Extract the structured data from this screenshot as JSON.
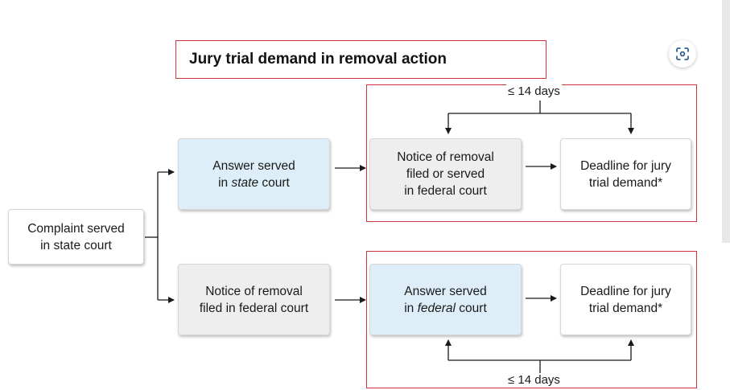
{
  "title": "Jury trial demand in removal action",
  "nodes": {
    "complaint": [
      "Complaint served",
      "in state court"
    ],
    "answer_state": {
      "line1": "Answer served",
      "pre": "in ",
      "em": "state",
      "post": " court"
    },
    "notice_top": [
      "Notice of removal",
      "filed or served",
      "in federal court"
    ],
    "deadline_top": [
      "Deadline for jury",
      "trial demand*"
    ],
    "notice_bottom": [
      "Notice of removal",
      "filed in federal court"
    ],
    "answer_federal": {
      "line1": "Answer served",
      "pre": "in ",
      "em": "federal",
      "post": " court"
    },
    "deadline_bottom": [
      "Deadline for jury",
      "trial demand*"
    ]
  },
  "intervals": {
    "top": "≤ 14 days",
    "bottom": "≤ 14 days"
  },
  "colors": {
    "highlight_frame": "#d0333b",
    "blue_box": "#ddeef8",
    "gray_box": "#eeeeee"
  },
  "icons": {
    "lens": "lens-search-icon"
  }
}
